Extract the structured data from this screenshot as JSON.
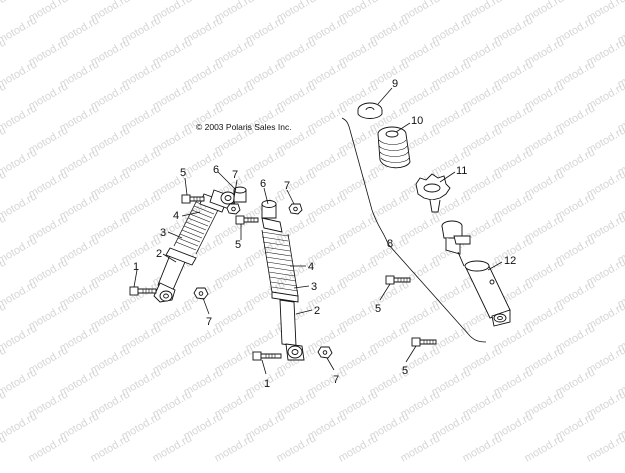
{
  "copyright": "© 2003 Polaris Sales Inc.",
  "watermark": "motod.ru",
  "callouts": {
    "left_1": "1",
    "left_2": "2",
    "left_3": "3",
    "left_4": "4",
    "left_5": "5",
    "left_6": "6",
    "left_7a": "7",
    "left_7b": "7",
    "left_5b": "5",
    "mid_6": "6",
    "mid_7a": "7",
    "mid_4": "4",
    "mid_3": "3",
    "mid_2": "2",
    "mid_1": "1",
    "mid_7b": "7",
    "right_9": "9",
    "right_10": "10",
    "right_11": "11",
    "right_8": "8",
    "right_12": "12",
    "right_5a": "5",
    "right_5b": "5"
  }
}
